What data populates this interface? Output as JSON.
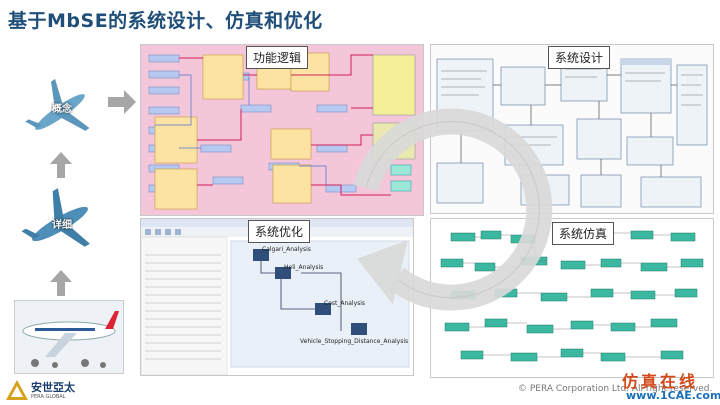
{
  "title": "基于MbSE的系统设计、仿真和优化",
  "panels": {
    "functional_logic": "功能逻辑",
    "system_design": "系统设计",
    "system_optimization": "系统优化",
    "system_simulation": "系统仿真"
  },
  "stages": {
    "concept": "概念",
    "detailed": "详细"
  },
  "optimization_nodes": [
    "Calgari_Analysis",
    "Heli_Analysis",
    "Cost_Analysis",
    "Vehicle_Stopping_Distance_Analysis"
  ],
  "footer": {
    "copyright": "© PERA Corporation Ltd. All right reserved.",
    "logo_cn": "安世亞太",
    "logo_en": "PERA GLOBAL",
    "watermark_cn": "仿真在线",
    "watermark_url": "www.1CAE.com"
  },
  "colors": {
    "title": "#1f4e79",
    "cycle_arrow": "#d9d9d9",
    "func_panel_bg": "#f3c6d9",
    "sim_block": "#3cb7a0",
    "opt_block_bg": "#2f4f7a"
  }
}
